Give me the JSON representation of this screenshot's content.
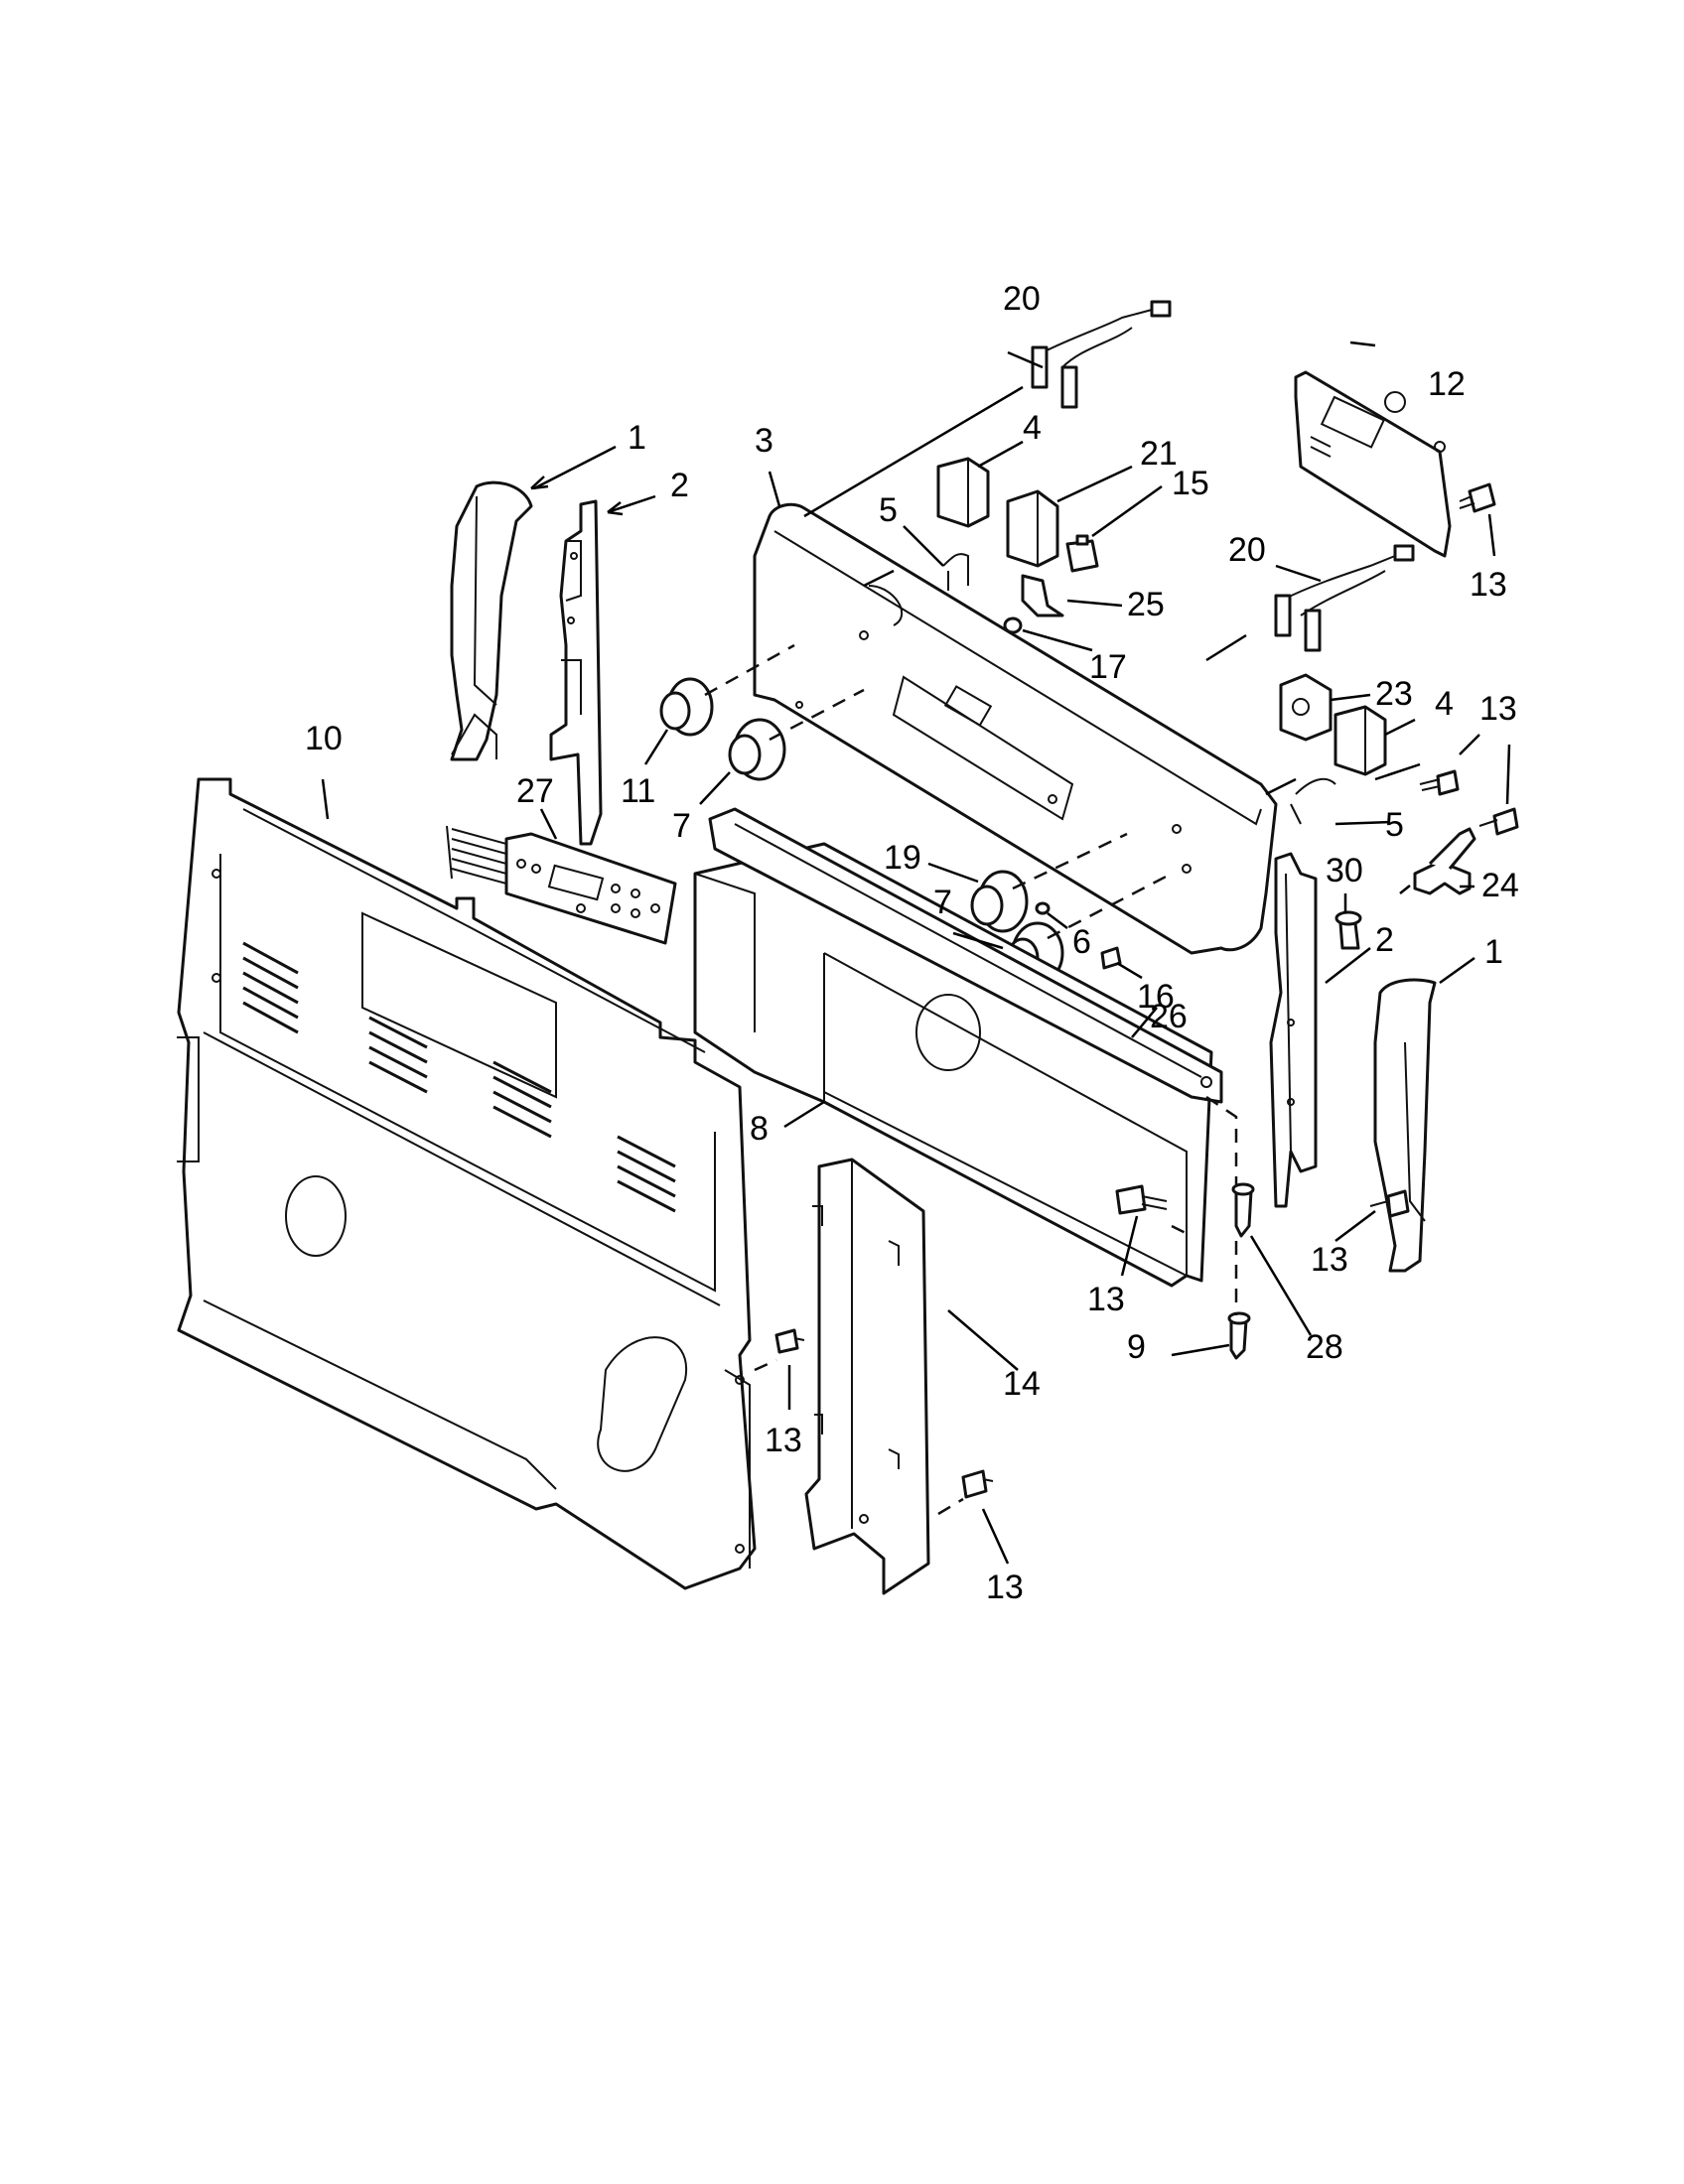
{
  "callouts": [
    {
      "id": "c1a",
      "label": "1"
    },
    {
      "id": "c2a",
      "label": "2"
    },
    {
      "id": "c3",
      "label": "3"
    },
    {
      "id": "c4a",
      "label": "4"
    },
    {
      "id": "c5a",
      "label": "5"
    },
    {
      "id": "c20a",
      "label": "20"
    },
    {
      "id": "c21",
      "label": "21"
    },
    {
      "id": "c15",
      "label": "15"
    },
    {
      "id": "c25",
      "label": "25"
    },
    {
      "id": "c17",
      "label": "17"
    },
    {
      "id": "c12",
      "label": "12"
    },
    {
      "id": "c13a",
      "label": "13"
    },
    {
      "id": "c20b",
      "label": "20"
    },
    {
      "id": "c23",
      "label": "23"
    },
    {
      "id": "c4b",
      "label": "4"
    },
    {
      "id": "c13b",
      "label": "13"
    },
    {
      "id": "c5b",
      "label": "5"
    },
    {
      "id": "c24",
      "label": "24"
    },
    {
      "id": "c30",
      "label": "30"
    },
    {
      "id": "c2b",
      "label": "2"
    },
    {
      "id": "c1b",
      "label": "1"
    },
    {
      "id": "c10",
      "label": "10"
    },
    {
      "id": "c27",
      "label": "27"
    },
    {
      "id": "c11",
      "label": "11"
    },
    {
      "id": "c7a",
      "label": "7"
    },
    {
      "id": "c19",
      "label": "19"
    },
    {
      "id": "c7b",
      "label": "7"
    },
    {
      "id": "c6",
      "label": "6"
    },
    {
      "id": "c16",
      "label": "16"
    },
    {
      "id": "c26",
      "label": "26"
    },
    {
      "id": "c8",
      "label": "8"
    },
    {
      "id": "c13c",
      "label": "13"
    },
    {
      "id": "c28",
      "label": "28"
    },
    {
      "id": "c9",
      "label": "9"
    },
    {
      "id": "c13d",
      "label": "13"
    },
    {
      "id": "c14",
      "label": "14"
    },
    {
      "id": "c13e",
      "label": "13"
    },
    {
      "id": "c13f",
      "label": "13"
    }
  ]
}
